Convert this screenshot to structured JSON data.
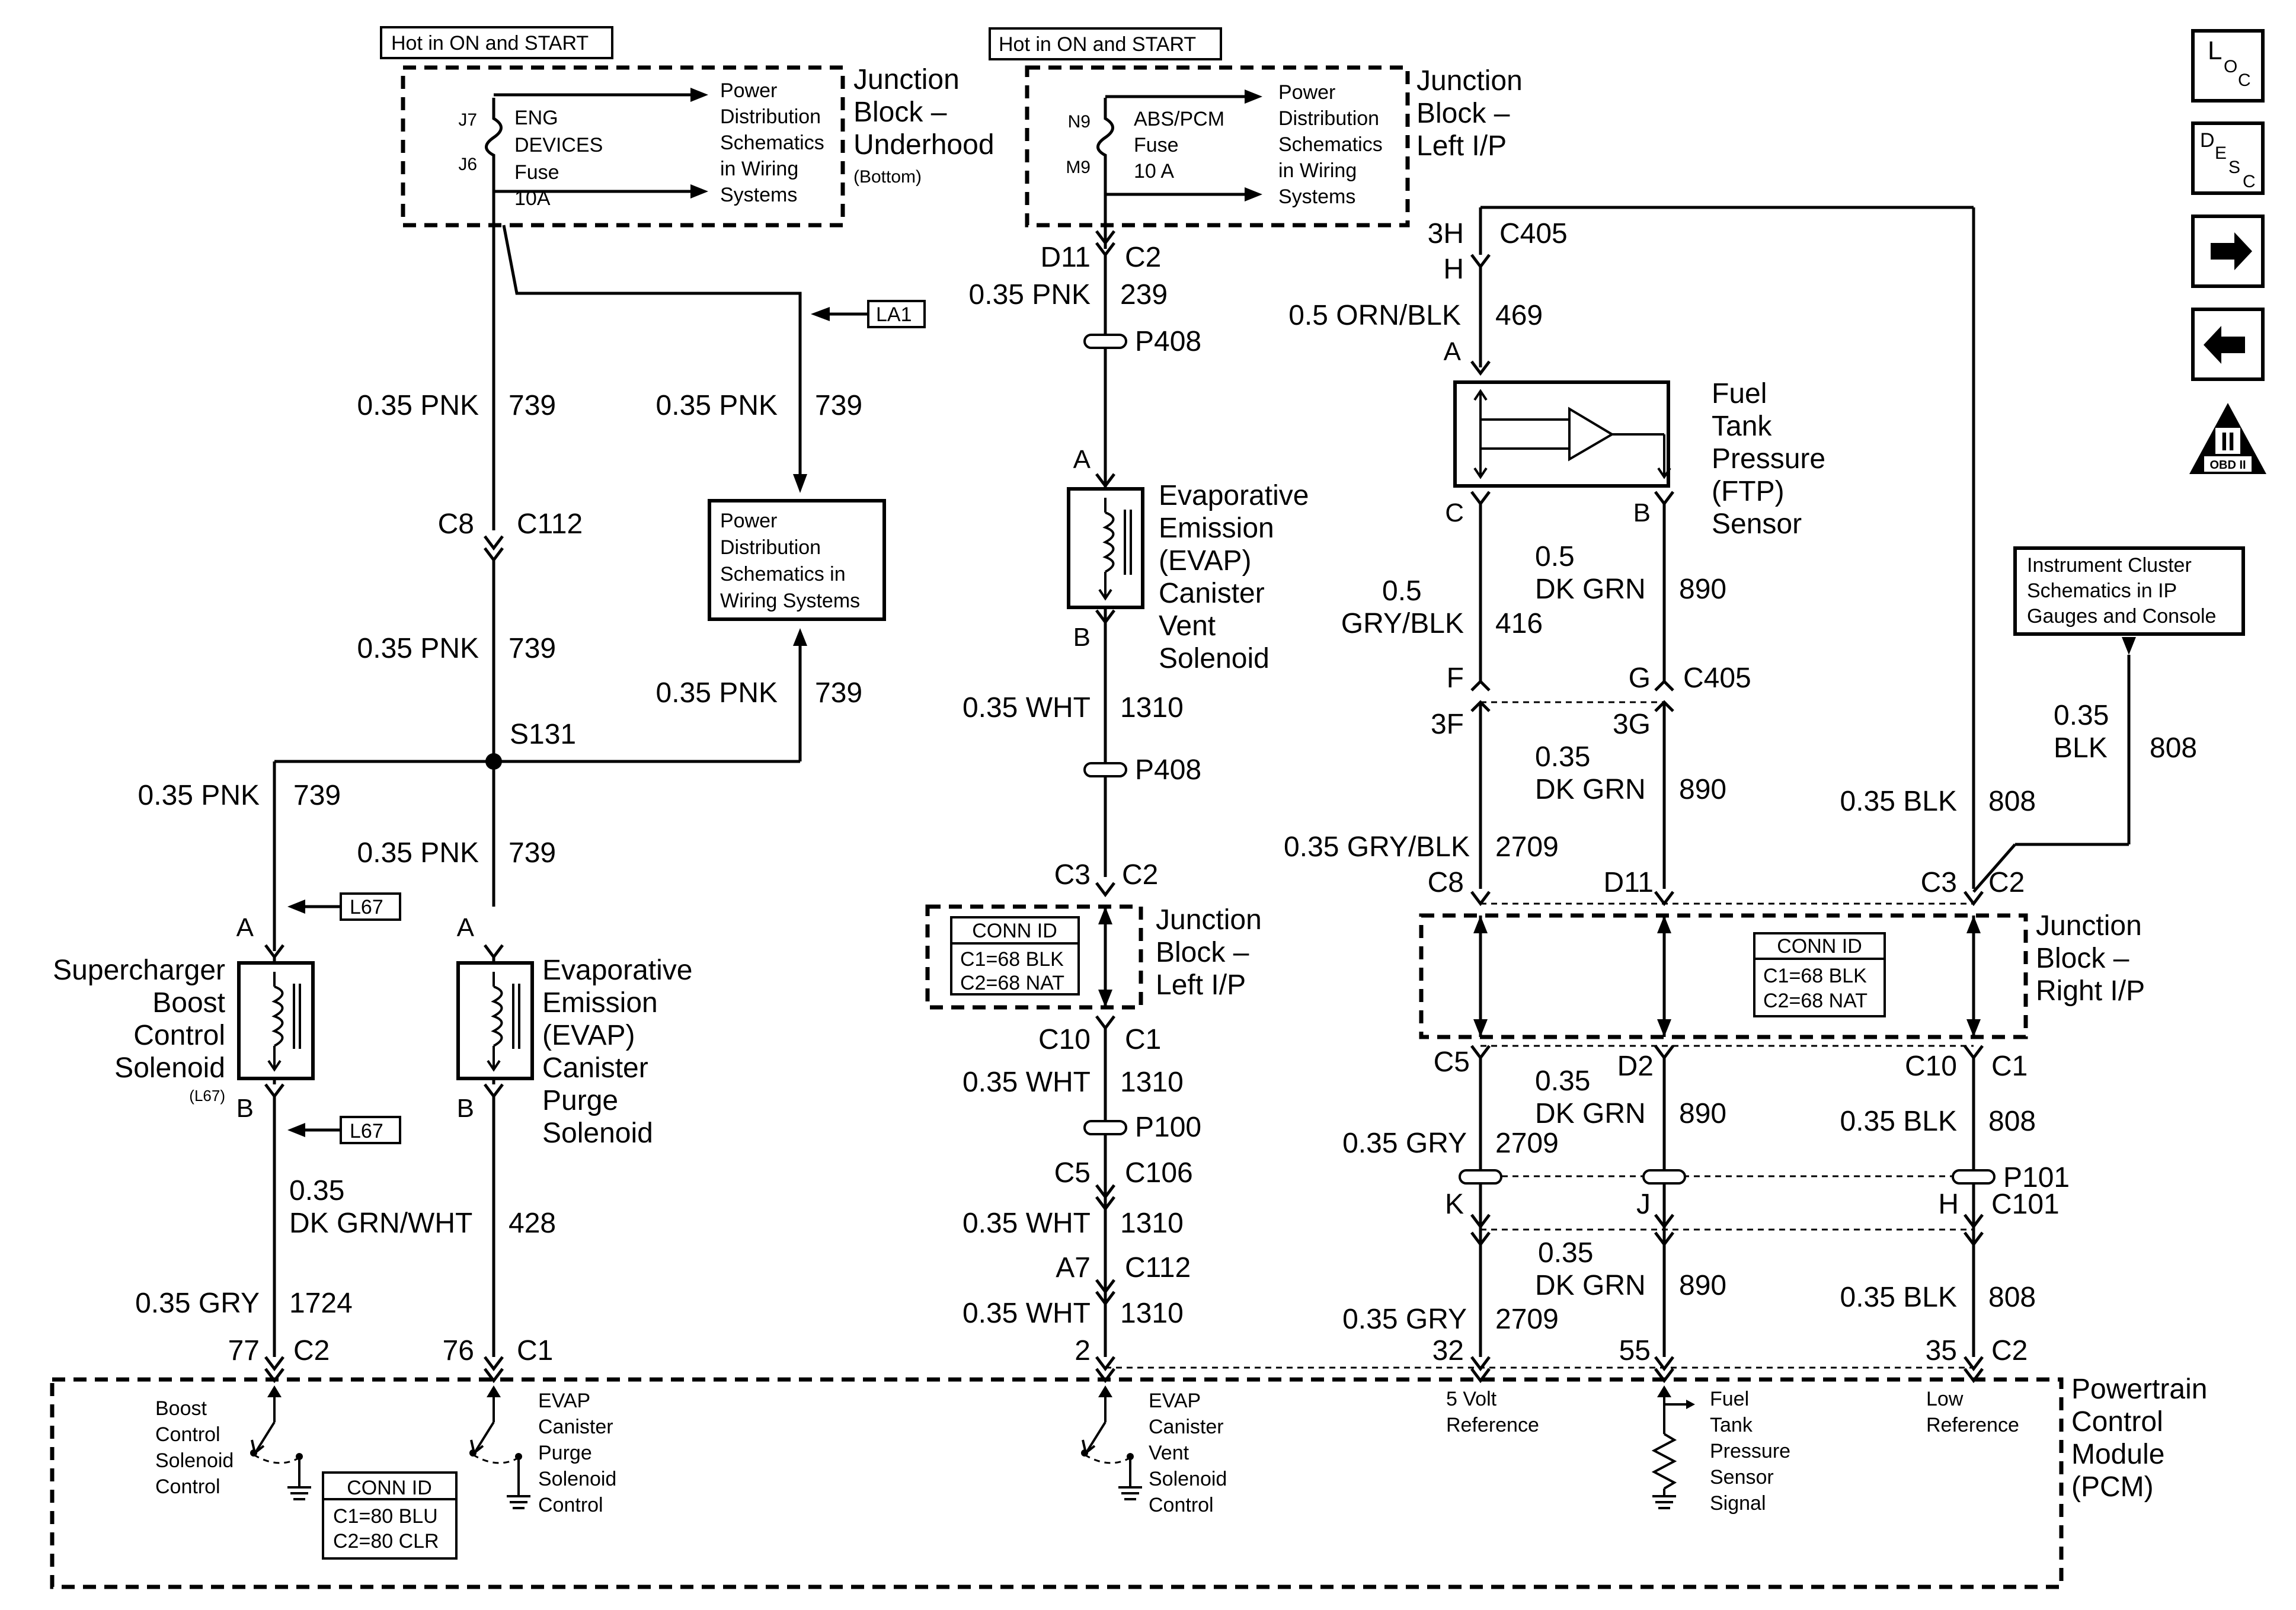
{
  "nav": {
    "loc": {
      "main": "L",
      "sub1": "O",
      "sub2": "C"
    },
    "desc": {
      "main": "D",
      "sub1": "E",
      "sub2": "S",
      "sub3": "C"
    },
    "obd": {
      "main": "II",
      "sub": "OBD II"
    }
  },
  "top_left": {
    "hot_label": "Hot in ON and START",
    "pin_j7": "J7",
    "pin_j6": "J6",
    "fuse": [
      "ENG",
      "DEVICES",
      "Fuse",
      "10A"
    ],
    "power_ref": [
      "Power",
      "Distribution",
      "Schematics",
      "in Wiring",
      "Systems"
    ],
    "block": [
      "Junction",
      "Block –",
      "Underhood"
    ],
    "block_note": "(Bottom)",
    "la1": "LA1",
    "left_wire_1": {
      "color": "0.35 PNK",
      "circuit": "739"
    },
    "right_wire_1": {
      "color": "0.35 PNK",
      "circuit": "739"
    },
    "c8": "C8",
    "c112": "C112",
    "left_wire_2": {
      "color": "0.35 PNK",
      "circuit": "739"
    },
    "pd_box": [
      "Power",
      "Distribution",
      "Schematics in",
      "Wiring Systems"
    ],
    "right_wire_2": {
      "color": "0.35 PNK",
      "circuit": "739"
    },
    "splice": "S131",
    "wire_sc": {
      "color": "0.35 PNK",
      "circuit": "739"
    },
    "wire_evap": {
      "color": "0.35 PNK",
      "circuit": "739"
    },
    "l67": "L67",
    "l67b": "L67",
    "sc_pin_a": "A",
    "sc_pin_b": "B",
    "sc_name": [
      "Supercharger",
      "Boost",
      "Control",
      "Solenoid"
    ],
    "sc_note": "(L67)",
    "evp_pin_a": "A",
    "evp_pin_b": "B",
    "evp_name": [
      "Evaporative",
      "Emission",
      "(EVAP)",
      "Canister",
      "Purge",
      "Solenoid"
    ],
    "wire_dkgrn": {
      "color1": "0.35",
      "color2": "DK GRN/WHT",
      "circuit": "428"
    },
    "wire_gry": {
      "color": "0.35 GRY",
      "circuit": "1724"
    },
    "pcm_77": "77",
    "pcm_77c": "C2",
    "pcm_76": "76",
    "pcm_76c": "C1"
  },
  "middle": {
    "hot_label": "Hot in ON and START",
    "pin_n9": "N9",
    "pin_m9": "M9",
    "fuse": [
      "ABS/PCM",
      "Fuse",
      "10 A"
    ],
    "power_ref": [
      "Power",
      "Distribution",
      "Schematics",
      "in Wiring",
      "Systems"
    ],
    "block": [
      "Junction",
      "Block –",
      "Left I/P"
    ],
    "d11": "D11",
    "c2": "C2",
    "wire1": {
      "color": "0.35 PNK",
      "circuit": "239"
    },
    "p408a": "P408",
    "pin_a": "A",
    "vent_name": [
      "Evaporative",
      "Emission",
      "(EVAP)",
      "Canister",
      "Vent",
      "Solenoid"
    ],
    "pin_b": "B",
    "wire2": {
      "color": "0.35 WHT",
      "circuit": "1310"
    },
    "p408b": "P408",
    "c3": "C3",
    "c2b": "C2",
    "conn_title": "CONN ID",
    "conn_c1": "C1=68 BLK",
    "conn_c2": "C2=68 NAT",
    "block2": [
      "Junction",
      "Block –",
      "Left I/P"
    ],
    "c10": "C10",
    "c1": "C1",
    "wire3": {
      "color": "0.35 WHT",
      "circuit": "1310"
    },
    "p100": "P100",
    "c5": "C5",
    "c106": "C106",
    "wire4": {
      "color": "0.35 WHT",
      "circuit": "1310"
    },
    "a7": "A7",
    "c112": "C112",
    "wire5": {
      "color": "0.35 WHT",
      "circuit": "1310"
    },
    "pcm_2": "2"
  },
  "right": {
    "c405_3h": "3H",
    "c405": "C405",
    "pin_h": "H",
    "wire_orn": {
      "color": "0.5 ORN/BLK",
      "circuit": "469"
    },
    "pin_a": "A",
    "ftp_name": [
      "Fuel",
      "Tank",
      "Pressure",
      "(FTP)",
      "Sensor"
    ],
    "pin_c": "C",
    "pin_b": "B",
    "wire_dkgrn1": {
      "color1": "0.5",
      "color2": "DK GRN",
      "circuit": "890"
    },
    "wire_gry1": {
      "color1": "0.5",
      "color2": "GRY/BLK",
      "circuit": "416"
    },
    "pin_f": "F",
    "pin_g": "G",
    "c405b": "C405",
    "pin_3f": "3F",
    "pin_3g": "3G",
    "wire_dkgrn2": {
      "color1": "0.35",
      "color2": "DK GRN",
      "circuit": "890"
    },
    "wire_blk1": {
      "color": "0.35 BLK",
      "circuit": "808"
    },
    "wire_gry2": {
      "color": "0.35 GRY/BLK",
      "circuit": "2709"
    },
    "ic_box": [
      "Instrument Cluster",
      "Schematics in IP",
      "Gauges and Console"
    ],
    "wire_ic": {
      "color1": "0.35",
      "color2": "BLK",
      "circuit": "808"
    },
    "c8": "C8",
    "d11": "D11",
    "c3": "C3",
    "c2": "C2",
    "conn_title": "CONN ID",
    "conn_c1": "C1=68 BLK",
    "conn_c2": "C2=68 NAT",
    "block": [
      "Junction",
      "Block –",
      "Right I/P"
    ],
    "c5": "C5",
    "d2": "D2",
    "c10": "C10",
    "c1": "C1",
    "wire_gry3": {
      "color": "0.35 GRY",
      "circuit": "2709"
    },
    "wire_dkgrn3": {
      "color1": "0.35",
      "color2": "DK GRN",
      "circuit": "890"
    },
    "wire_blk2": {
      "color": "0.35 BLK",
      "circuit": "808"
    },
    "p101": "P101",
    "pin_k": "K",
    "pin_j": "J",
    "c101": "C101",
    "wire_dkgrn4": {
      "color1": "0.35",
      "color2": "DK GRN",
      "circuit": "890"
    },
    "wire_gry4": {
      "color": "0.35 GRY",
      "circuit": "2709"
    },
    "wire_blk3": {
      "color": "0.35 BLK",
      "circuit": "808"
    },
    "pcm_32": "32",
    "pcm_55": "55",
    "pcm_35": "35",
    "pcm_c2": "C2"
  },
  "pcm": {
    "name": [
      "Powertrain",
      "Control",
      "Module",
      "(PCM)"
    ],
    "boost": [
      "Boost",
      "Control",
      "Solenoid",
      "Control"
    ],
    "purge": [
      "EVAP",
      "Canister",
      "Purge",
      "Solenoid",
      "Control"
    ],
    "vent": [
      "EVAP",
      "Canister",
      "Vent",
      "Solenoid",
      "Control"
    ],
    "vref": [
      "5 Volt",
      "Reference"
    ],
    "ftp": [
      "Fuel",
      "Tank",
      "Pressure",
      "Sensor",
      "Signal"
    ],
    "lowref": [
      "Low",
      "Reference"
    ],
    "conn_title": "CONN ID",
    "conn_c1": "C1=80 BLU",
    "conn_c2": "C2=80 CLR"
  }
}
